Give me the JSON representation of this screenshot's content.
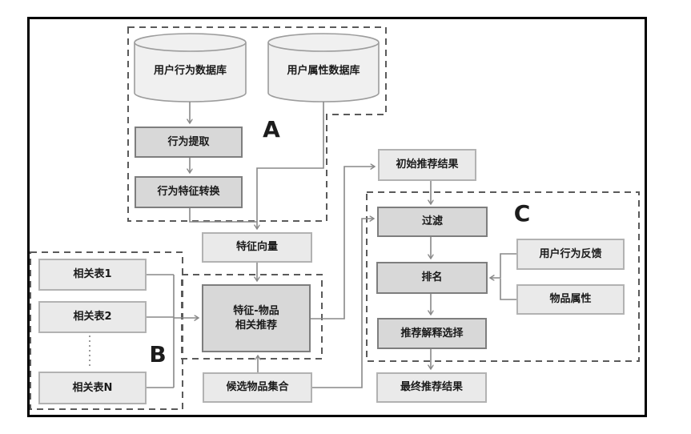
{
  "diagram": {
    "title": "recommendation-pipeline-flowchart",
    "regions": [
      {
        "id": "A",
        "label": "A"
      },
      {
        "id": "B",
        "label": "B"
      },
      {
        "id": "C",
        "label": "C"
      }
    ],
    "nodes": {
      "user_behavior_db": {
        "label": "用户行为数据库",
        "type": "cylinder"
      },
      "user_attribute_db": {
        "label": "用户属性数据库",
        "type": "cylinder"
      },
      "behavior_extraction": {
        "label": "行为提取",
        "type": "process"
      },
      "behavior_feature_conversion": {
        "label": "行为特征转换",
        "type": "process"
      },
      "feature_vector": {
        "label": "特征向量",
        "type": "data"
      },
      "related_table_1": {
        "label": "相关表1",
        "type": "data"
      },
      "related_table_2": {
        "label": "相关表2",
        "type": "data"
      },
      "related_table_n": {
        "label": "相关表N",
        "type": "data"
      },
      "feature_item_recommendation": {
        "label": "特征-物品\n相关推荐",
        "type": "process"
      },
      "candidate_item_set": {
        "label": "候选物品集合",
        "type": "data"
      },
      "initial_result": {
        "label": "初始推荐结果",
        "type": "data"
      },
      "filter": {
        "label": "过滤",
        "type": "process"
      },
      "ranking": {
        "label": "排名",
        "type": "process"
      },
      "explanation_selection": {
        "label": "推荐解释选择",
        "type": "process"
      },
      "final_result": {
        "label": "最终推荐结果",
        "type": "data"
      },
      "user_behavior_feedback": {
        "label": "用户行为反馈",
        "type": "data"
      },
      "item_attributes": {
        "label": "物品属性",
        "type": "data"
      }
    },
    "colors": {
      "frame": "#000000",
      "process_fill": "#d8d8d8",
      "process_border": "#7e7e7e",
      "data_fill": "#eaeaea",
      "data_border": "#b2b2b2",
      "cylinder_fill": "#f0f0f0",
      "cylinder_border": "#9c9c9c",
      "connector": "#888888",
      "region_dash": "#5a5a5a",
      "text": "#1a1a1a"
    }
  }
}
